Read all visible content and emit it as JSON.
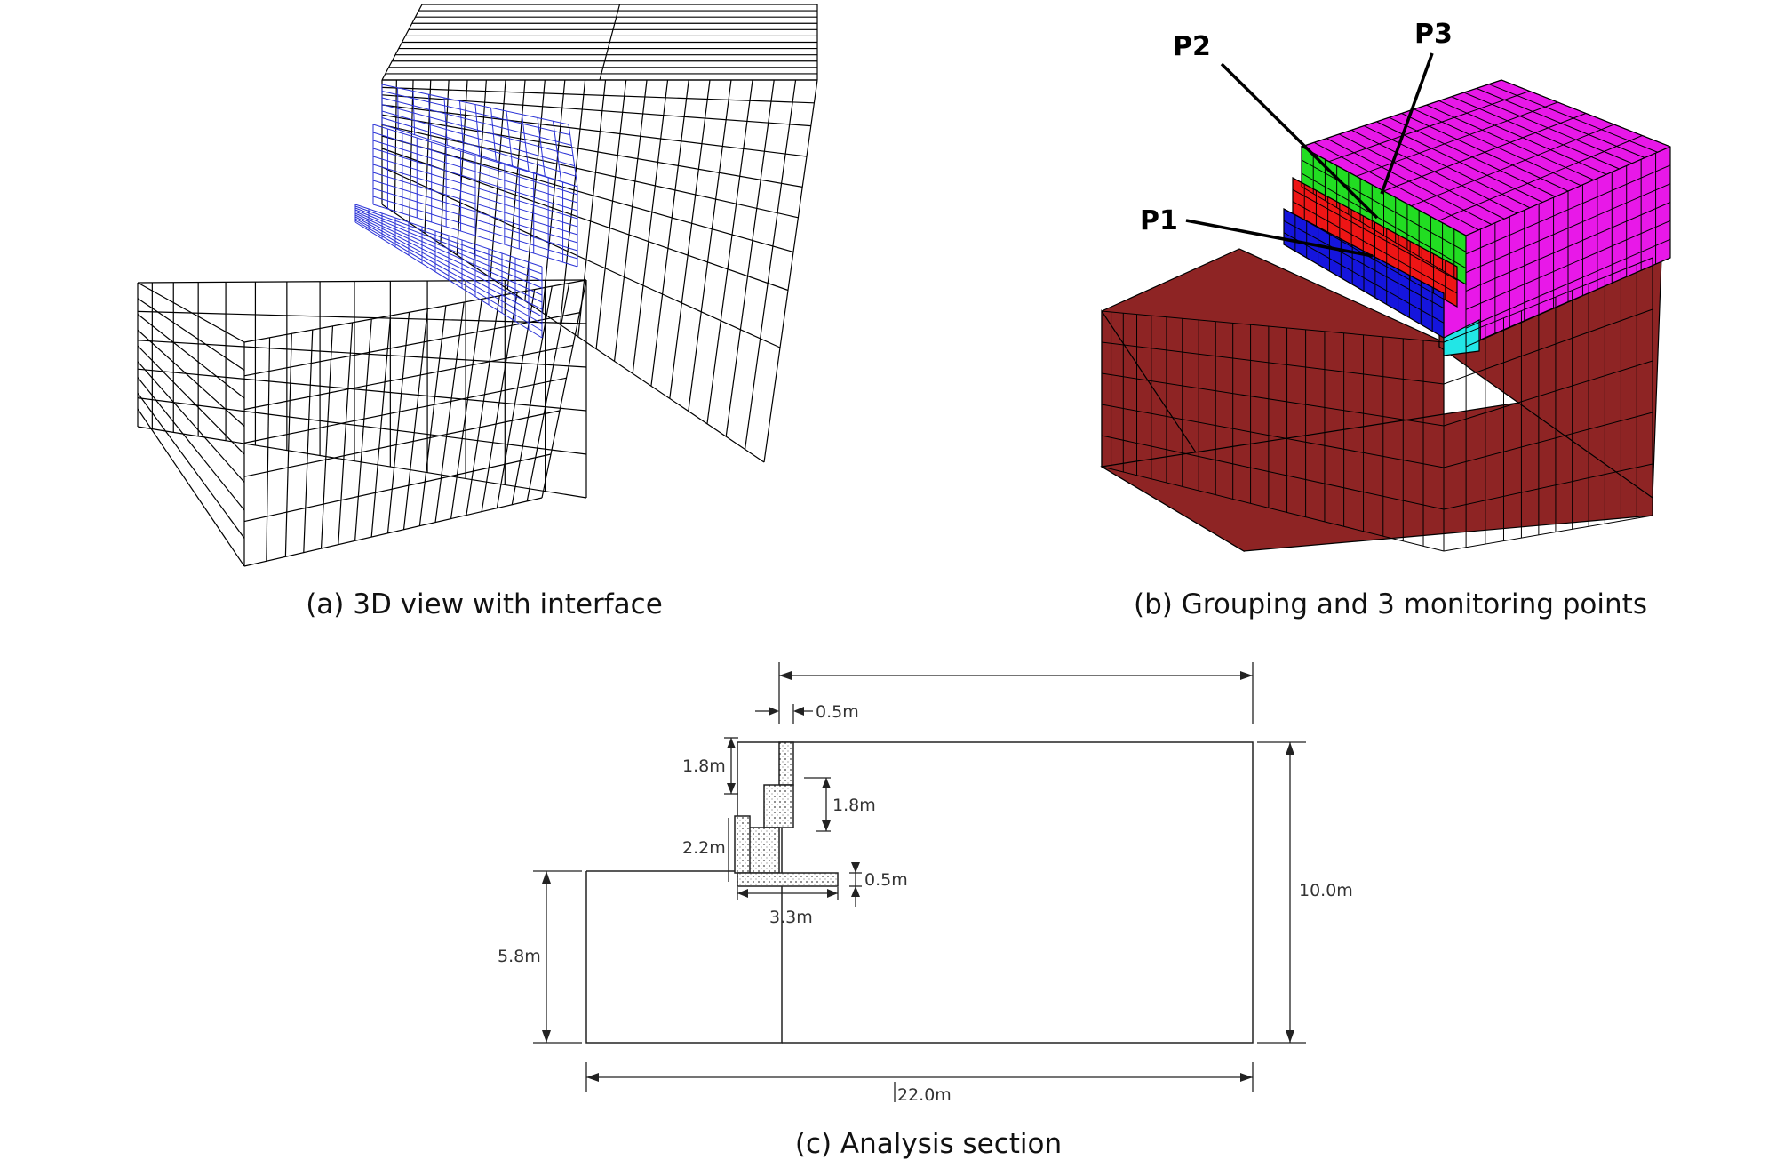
{
  "panels": {
    "a": {
      "caption": "(a) 3D view with interface"
    },
    "b": {
      "caption": "(b) Grouping and 3 monitoring points",
      "points": [
        "P1",
        "P2",
        "P3"
      ]
    },
    "c": {
      "caption": "(c) Analysis section",
      "dims": {
        "top_offset": "0.5m",
        "step_height_1": "1.8m",
        "step_height_2": "1.8m",
        "wall_height": "2.2m",
        "base_thickness": "0.5m",
        "base_width": "3.3m",
        "left_height": "5.8m",
        "total_height": "10.0m",
        "total_width": "22.0m"
      }
    }
  },
  "colors": {
    "interface_mesh": "#2a32d6",
    "foundation": "#8e2424",
    "backfill": "#e818e8",
    "group_top": "#22dd22",
    "group_mid": "#ee1515",
    "group_low": "#1515dd",
    "leveling_pad": "#22e6e6"
  }
}
